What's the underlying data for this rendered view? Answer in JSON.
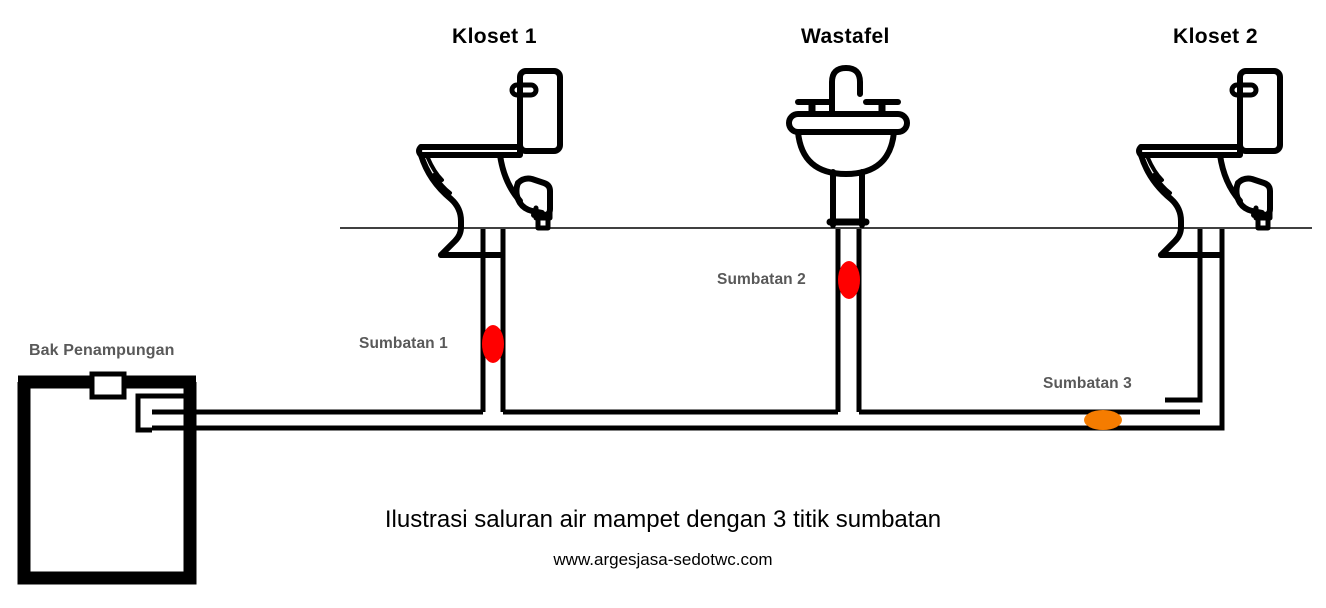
{
  "diagram": {
    "caption_main": "Ilustrasi saluran air mampet dengan 3 titik sumbatan",
    "caption_sub": "www.argesjasa-sedotwc.com",
    "colors": {
      "line": "#000000",
      "label_gray": "#595959",
      "clog_red": "#FF0000",
      "clog_orange": "#F57C00"
    }
  },
  "fixtures": [
    {
      "id": "kloset-1",
      "label": "Kloset  1"
    },
    {
      "id": "wastafel",
      "label": "Wastafel"
    },
    {
      "id": "kloset-2",
      "label": "Kloset  2"
    }
  ],
  "tank": {
    "label": "Bak Penampungan"
  },
  "clogs": [
    {
      "id": "sumbatan-1",
      "label": "Sumbatan 1",
      "color": "#FF0000",
      "shape": "ellipse-vertical"
    },
    {
      "id": "sumbatan-2",
      "label": "Sumbatan 2",
      "color": "#FF0000",
      "shape": "ellipse-vertical"
    },
    {
      "id": "sumbatan-3",
      "label": "Sumbatan 3",
      "color": "#F57C00",
      "shape": "ellipse-horizontal"
    }
  ]
}
